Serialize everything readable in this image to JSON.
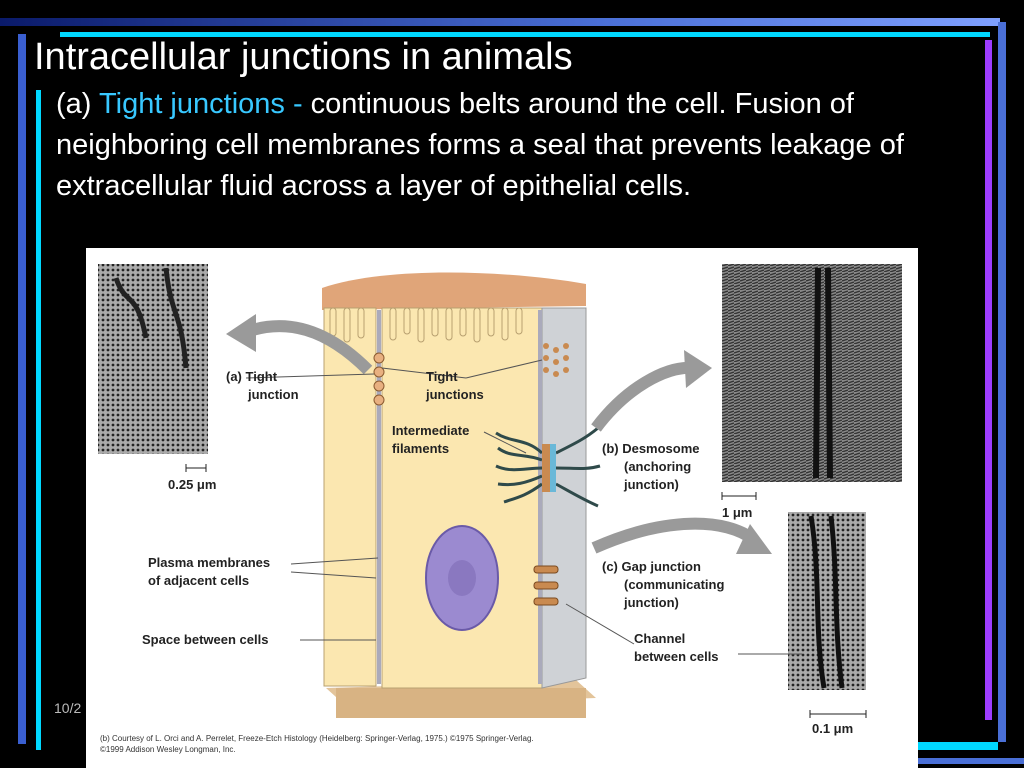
{
  "slide": {
    "title": "Intracellular junctions in animals",
    "body_prefix": "(a) ",
    "body_highlight": "Tight junctions -",
    "body_text": " continuous belts around the cell. Fusion of neighboring cell membranes forms a seal that prevents leakage of extracellular fluid across a layer of epithelial cells.",
    "date_fragment": "10/2"
  },
  "figure": {
    "labels": {
      "tight_a_1": "(a) Tight",
      "tight_a_2": "junction",
      "tight_center_1": "Tight",
      "tight_center_2": "junctions",
      "intermediate_1": "Intermediate",
      "intermediate_2": "filaments",
      "desmosome_1": "(b) Desmosome",
      "desmosome_2": "(anchoring",
      "desmosome_3": "junction)",
      "plasma_1": "Plasma membranes",
      "plasma_2": "of adjacent cells",
      "space": "Space between cells",
      "gap_1": "(c) Gap junction",
      "gap_2": "(communicating",
      "gap_3": "junction)",
      "channel_1": "Channel",
      "channel_2": "between cells",
      "scale_a": "0.25 μm",
      "scale_b": "1 μm",
      "scale_c": "0.1 μm"
    },
    "credit_1": "(b) Courtesy of L. Orci and A. Perrelet, Freeze-Etch Histology (Heidelberg: Springer-Verlag, 1975.) ©1975 Springer-Verlag.",
    "credit_2": "©1999 Addison Wesley Longman, Inc."
  },
  "colors": {
    "bar_blue": "#4a6fd6",
    "bar_cyan": "#00e5ff",
    "bar_purple": "#9d3cff",
    "highlight": "#38c8ff"
  }
}
